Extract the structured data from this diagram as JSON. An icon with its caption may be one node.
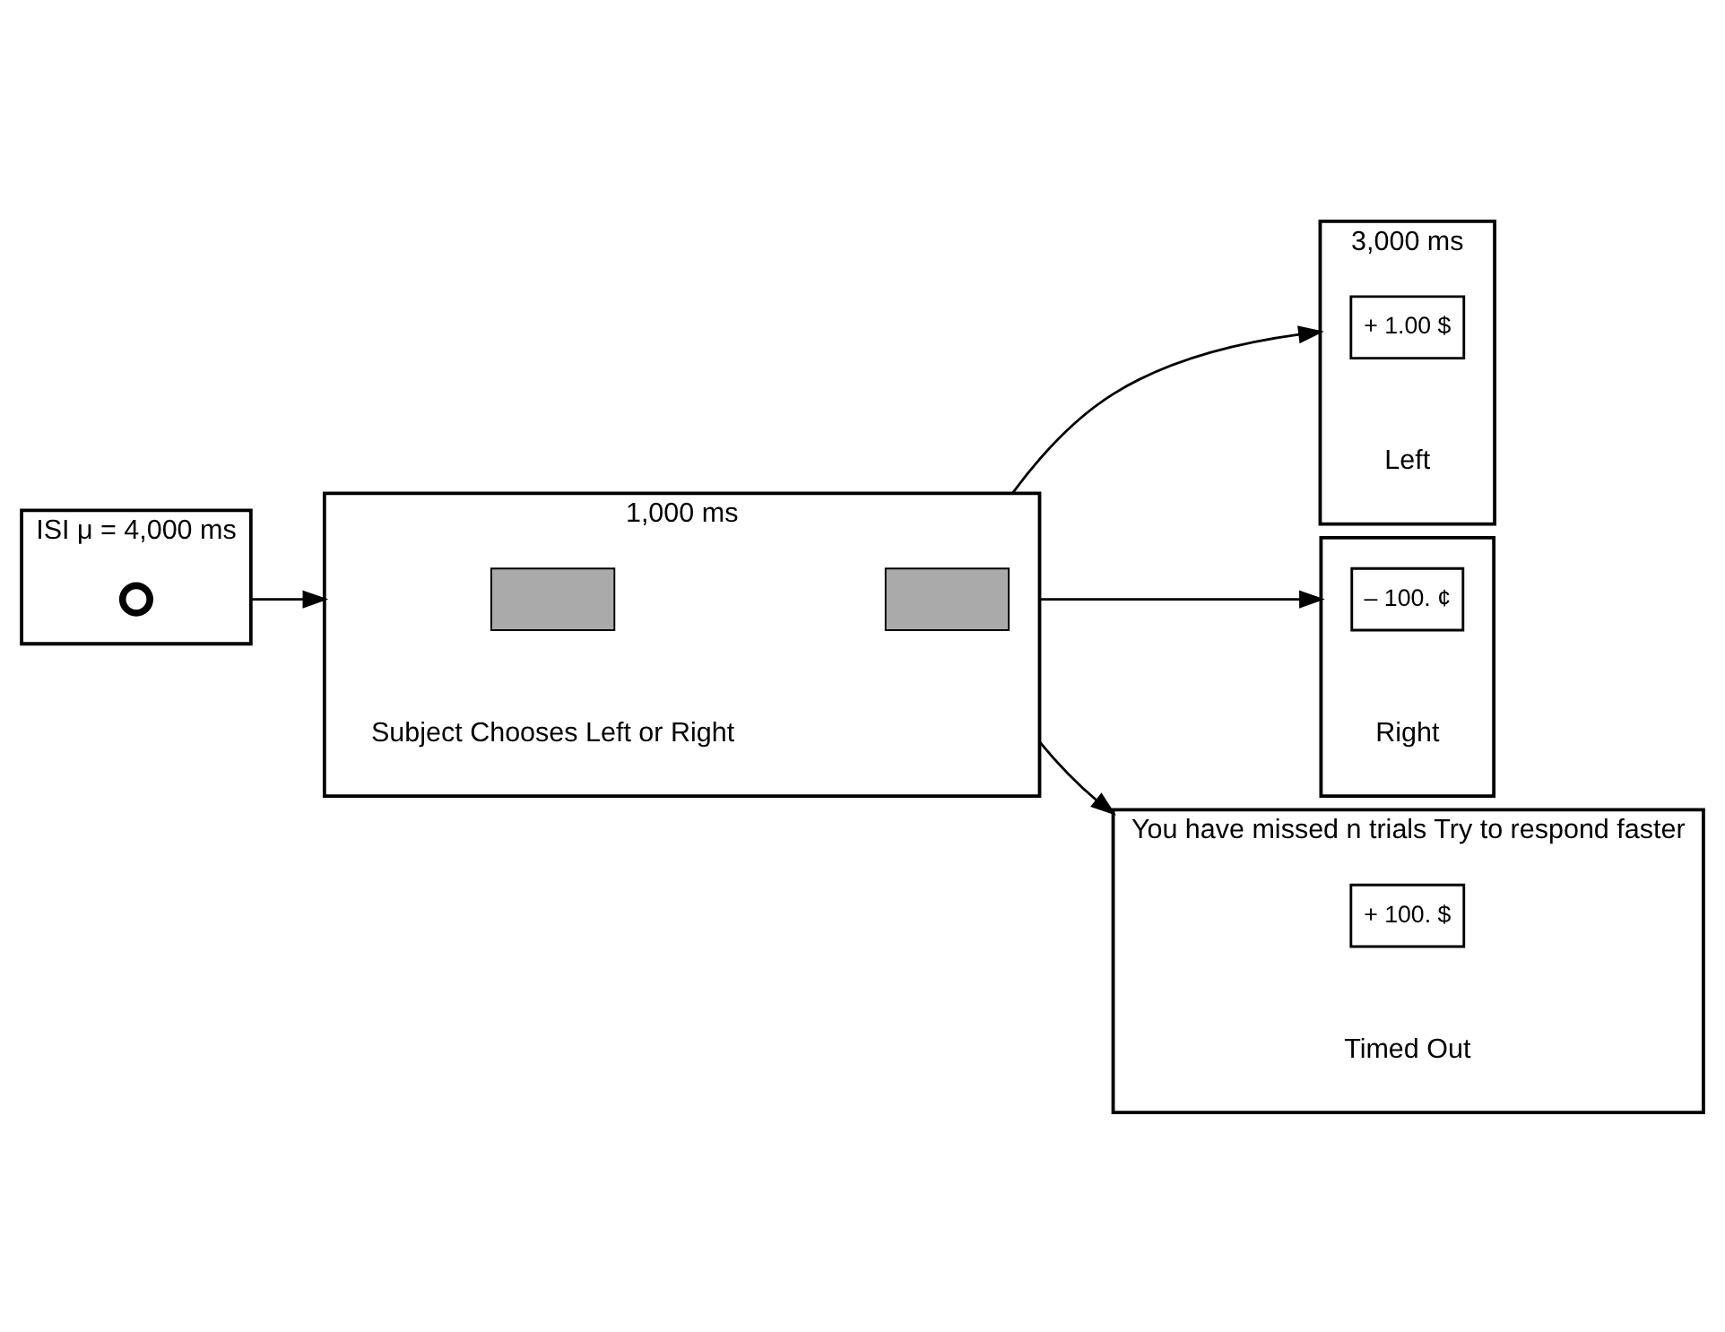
{
  "diagram": {
    "nodes": [
      {
        "text": [
          "ISI μ = 4,000 ms"
        ]
      },
      {
        "text": [],
        "shape": "circle",
        "in": 0
      },
      {
        "text": [
          "1,000 ms"
        ],
        "beside": [
          "Subject Chooses Left or Right"
        ]
      },
      {
        "text": [],
        "shape": "box",
        "in": 2
      },
      {
        "text": [],
        "shape": "box",
        "in": 2
      },
      {
        "text": [
          "3,000 ms"
        ],
        "beside": [
          "Left"
        ]
      },
      {
        "text": [
          "+ 1.00 $"
        ],
        "in": 5
      },
      {
        "text": [],
        "shape": "box",
        "beside": [
          "Right"
        ]
      },
      {
        "text": [
          "– 100. ¢"
        ],
        "in": 7
      },
      {
        "text": [
          "You have missed n trials Try to respond faster"
        ],
        "beside": [
          "Timed Out"
        ]
      },
      {
        "text": [
          "+ 100. $"
        ],
        "in": 9
      }
    ],
    "edges": [
      {
        "from": 0,
        "to": 2,
        "arrow": "to"
      },
      {
        "from": 2,
        "to": 5,
        "arrow": "to"
      },
      {
        "from": 2,
        "to": 7,
        "arrow": "to"
      },
      {
        "from": 2,
        "to": 9,
        "arrow": "to"
      }
    ]
  }
}
